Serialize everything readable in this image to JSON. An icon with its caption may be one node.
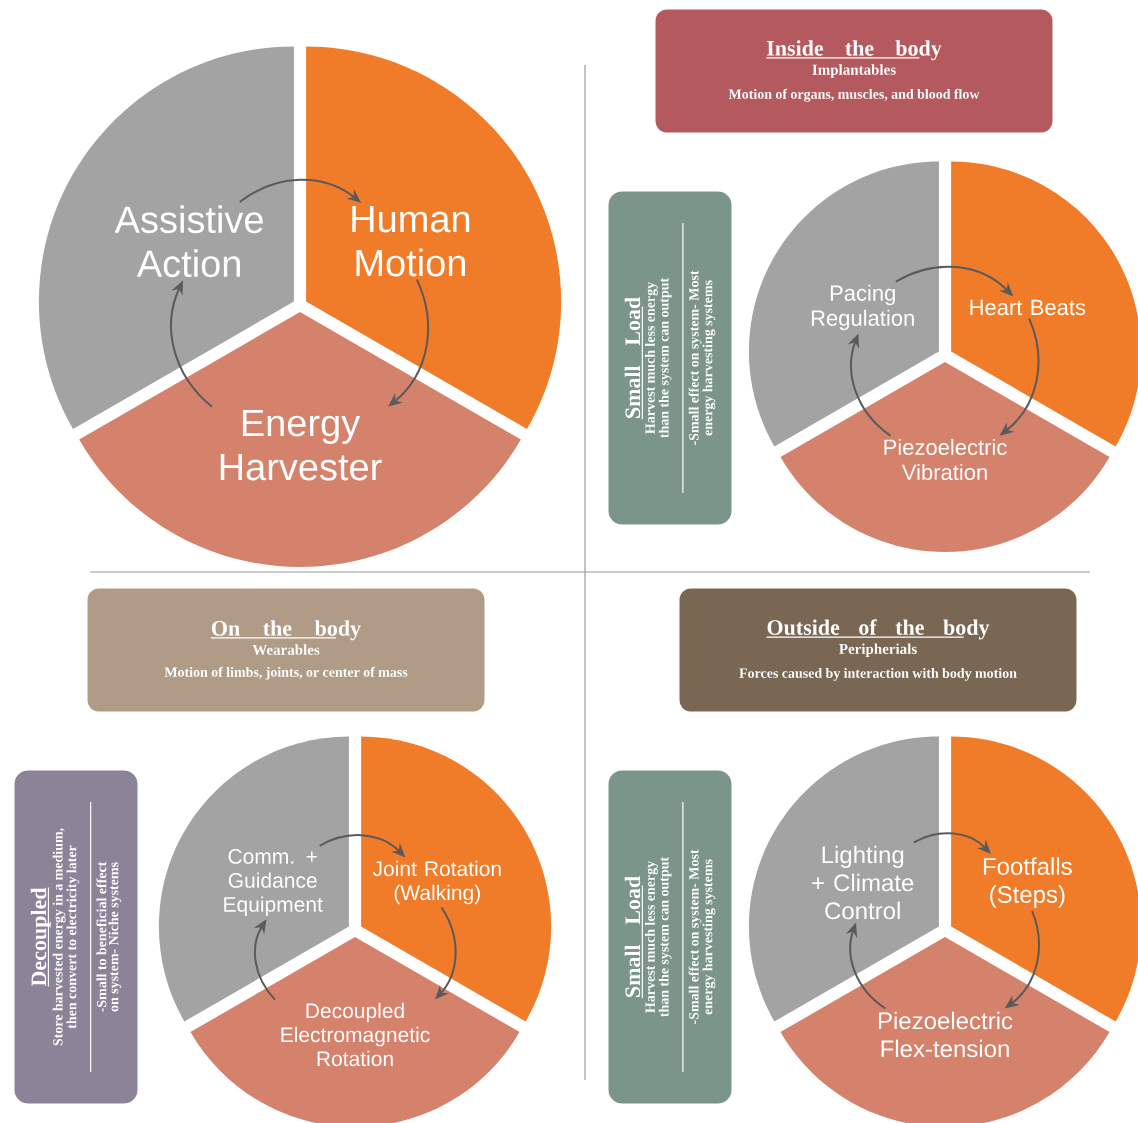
{
  "diagram": {
    "nodes": [
      {
        "text": [
          "Assistive Action"
        ]
      },
      {
        "text": [
          "Human Motion"
        ]
      },
      {
        "text": [
          "Energy Harvester"
        ]
      },
      {
        "text": [
          "Inside the body",
          "Implantables",
          "Motion of organs, muscles, and blood flow"
        ]
      },
      {
        "text": [
          "Small Load",
          "Harvest much less energy than the system can output",
          "-Small effect on system- Most energy harvesting systems"
        ]
      },
      {
        "text": [
          "Pacing Regulation"
        ]
      },
      {
        "text": [
          "Heart Beats"
        ]
      },
      {
        "text": [
          "Piezoelectric Vibration"
        ]
      },
      {
        "text": [
          "On the body",
          "Wearables",
          "Motion of limbs, joints, or center of mass"
        ]
      },
      {
        "text": [
          "Decoupled",
          "Store harvested energy in a medium, then convert to electricity later",
          "-Small to beneficial effect on system- Niche systems"
        ]
      },
      {
        "text": [
          "Comm. + Guidance Equipment"
        ]
      },
      {
        "text": [
          "Joint Rotation (Walking)"
        ]
      },
      {
        "text": [
          "Decoupled Electromagnetic Rotation"
        ]
      },
      {
        "text": [
          "Outside of the body",
          "Peripherials",
          "Forces caused by interaction with body motion"
        ]
      },
      {
        "text": [
          "Small Load",
          "Harvest much less energy than the system can output",
          "-Small effect on system- Most energy harvesting systems"
        ]
      },
      {
        "text": [
          "Lighting + Climate Control"
        ]
      },
      {
        "text": [
          "Footfalls (Steps)"
        ]
      },
      {
        "text": [
          "Piezoelectric Flex-tension"
        ]
      }
    ],
    "edges": [
      {
        "from": 0,
        "to": 1,
        "arrow": "to"
      },
      {
        "from": 1,
        "to": 2,
        "arrow": "to"
      },
      {
        "from": 2,
        "to": 0,
        "arrow": "to"
      },
      {
        "from": 5,
        "to": 6,
        "arrow": "to"
      },
      {
        "from": 6,
        "to": 7,
        "arrow": "to"
      },
      {
        "from": 7,
        "to": 5,
        "arrow": "to"
      },
      {
        "from": 10,
        "to": 11,
        "arrow": "to"
      },
      {
        "from": 11,
        "to": 12,
        "arrow": "to"
      },
      {
        "from": 12,
        "to": 10,
        "arrow": "to"
      },
      {
        "from": 15,
        "to": 16,
        "arrow": "to"
      },
      {
        "from": 16,
        "to": 17,
        "arrow": "to"
      },
      {
        "from": 17,
        "to": 15,
        "arrow": "to"
      }
    ]
  }
}
